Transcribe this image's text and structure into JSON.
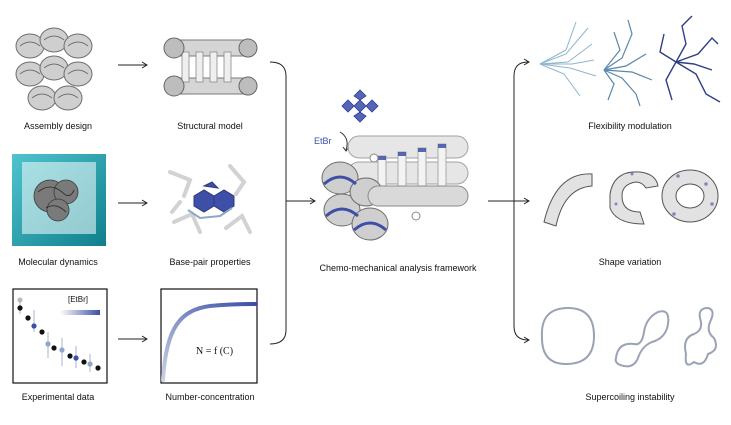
{
  "labels": {
    "assembly_design": "Assembly design",
    "structural_model": "Structural model",
    "molecular_dynamics": "Molecular dynamics",
    "base_pair_properties": "Base-pair properties",
    "experimental_data": "Experimental data",
    "number_concentration": "Number-concentration",
    "framework": "Chemo-mechanical analysis framework",
    "flexibility_modulation": "Flexibility modulation",
    "shape_variation": "Shape variation",
    "supercoiling_instability": "Supercoiling instability"
  },
  "annotations": {
    "etbr": "EtBr",
    "etbr_bracket": "[EtBr]",
    "equation": "N = f (C)"
  },
  "colors": {
    "accent_blue": "#3d4fa6",
    "light_blue": "#8fa6c8",
    "teal": "#2aa8b5",
    "gray": "#9a9a9a"
  }
}
